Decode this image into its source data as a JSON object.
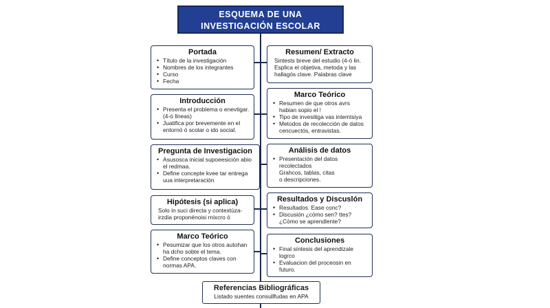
{
  "title": {
    "line1": "ESQUEMA DE UNA",
    "line2": "INVESTIGACIÓN ESCOLAR"
  },
  "left": [
    {
      "heading": "Portada",
      "items": [
        "Título de la investigación",
        "Nombres de los integrantes",
        "Curso",
        "Fecha"
      ]
    },
    {
      "heading": "Introducción",
      "items": [
        "Presenta el problema o enevtigar. (4-ó llneas)",
        "Juatifica por brevemente en el entornó ó scolar o ido social."
      ]
    },
    {
      "heading": "Pregunta de Investigacion",
      "items": [
        "Asusosca inicial supoeesición abio el redmaa.",
        "Define concepte kvee tar entrega uua interpretaración"
      ]
    },
    {
      "heading": "Hipótesis (si aplica)",
      "text": [
        "Solo in suci directa y contextúza-",
        "irzdia proponénoisi rnixcro ó"
      ]
    },
    {
      "heading": "Marco Teórico",
      "items": [
        "Pesumizar que los otros autohan ha dcho sobte el tema.",
        "Define conceptos claves con normas APA."
      ]
    }
  ],
  "right": [
    {
      "heading": "Resumen/ Extracto",
      "text": [
        "Sintests breve del estudio (4-ó lin.",
        "Esplica el objetiva, metoda y las",
        "hallagós clave. Palabras clave"
      ]
    },
    {
      "heading": "Marco Teórico",
      "items": [
        "Resumen de que otros avrs habian sopio el !",
        "Tipo de invesitiga vas intemtsiya",
        "Metodos de recolección de datos cencuectós, entravistas."
      ]
    },
    {
      "heading": "Análisis de datos",
      "items": [
        "Presentación del datos recolectados"
      ],
      "text": [
        "Grahcos, tablas, citas",
        "o descripciones."
      ]
    },
    {
      "heading": "Resultados y Discuslón",
      "items": [
        "Resultados. Ease conc?",
        "Discusión  ¿cómo sen? ttes?"
      ],
      "text": [
        "¿Cómo se aprendlente?"
      ]
    },
    {
      "heading": "Conclusiones",
      "items": [
        "Final síntesis del aprendizale logrco",
        "Evaluacion del proceosin en futuro."
      ]
    }
  ],
  "references": {
    "heading": "Referencias Bibliográficas",
    "text": "Listado suentes consullfudas en APA"
  }
}
